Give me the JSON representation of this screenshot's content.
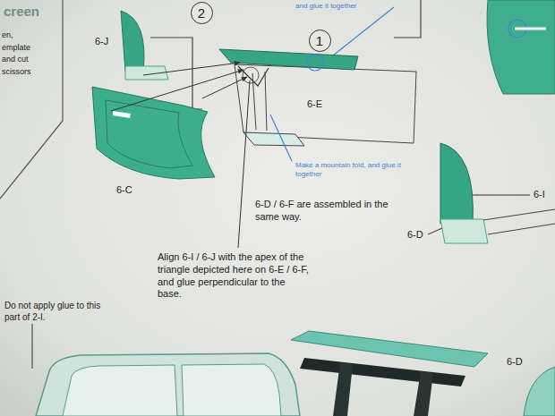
{
  "diagram": {
    "nodes": [
      {
        "text": [
          "2"
        ]
      },
      {
        "text": [
          "1"
        ]
      }
    ],
    "labels": [
      "creen",
      "en, emplate and cut scissors",
      "and glue it together",
      "6-J",
      "6-E",
      "Make a mountain fold, and glue it together",
      "6-C",
      "6-D / 6-F are assembled in the same way.",
      "6-I",
      "6-D",
      "Align 6-I / 6-J with the apex of the triangle depicted here on 6-E / 6-F, and glue perpendicular to the base.",
      "Do not apply glue to this part of 2-I.",
      "6-D"
    ]
  }
}
